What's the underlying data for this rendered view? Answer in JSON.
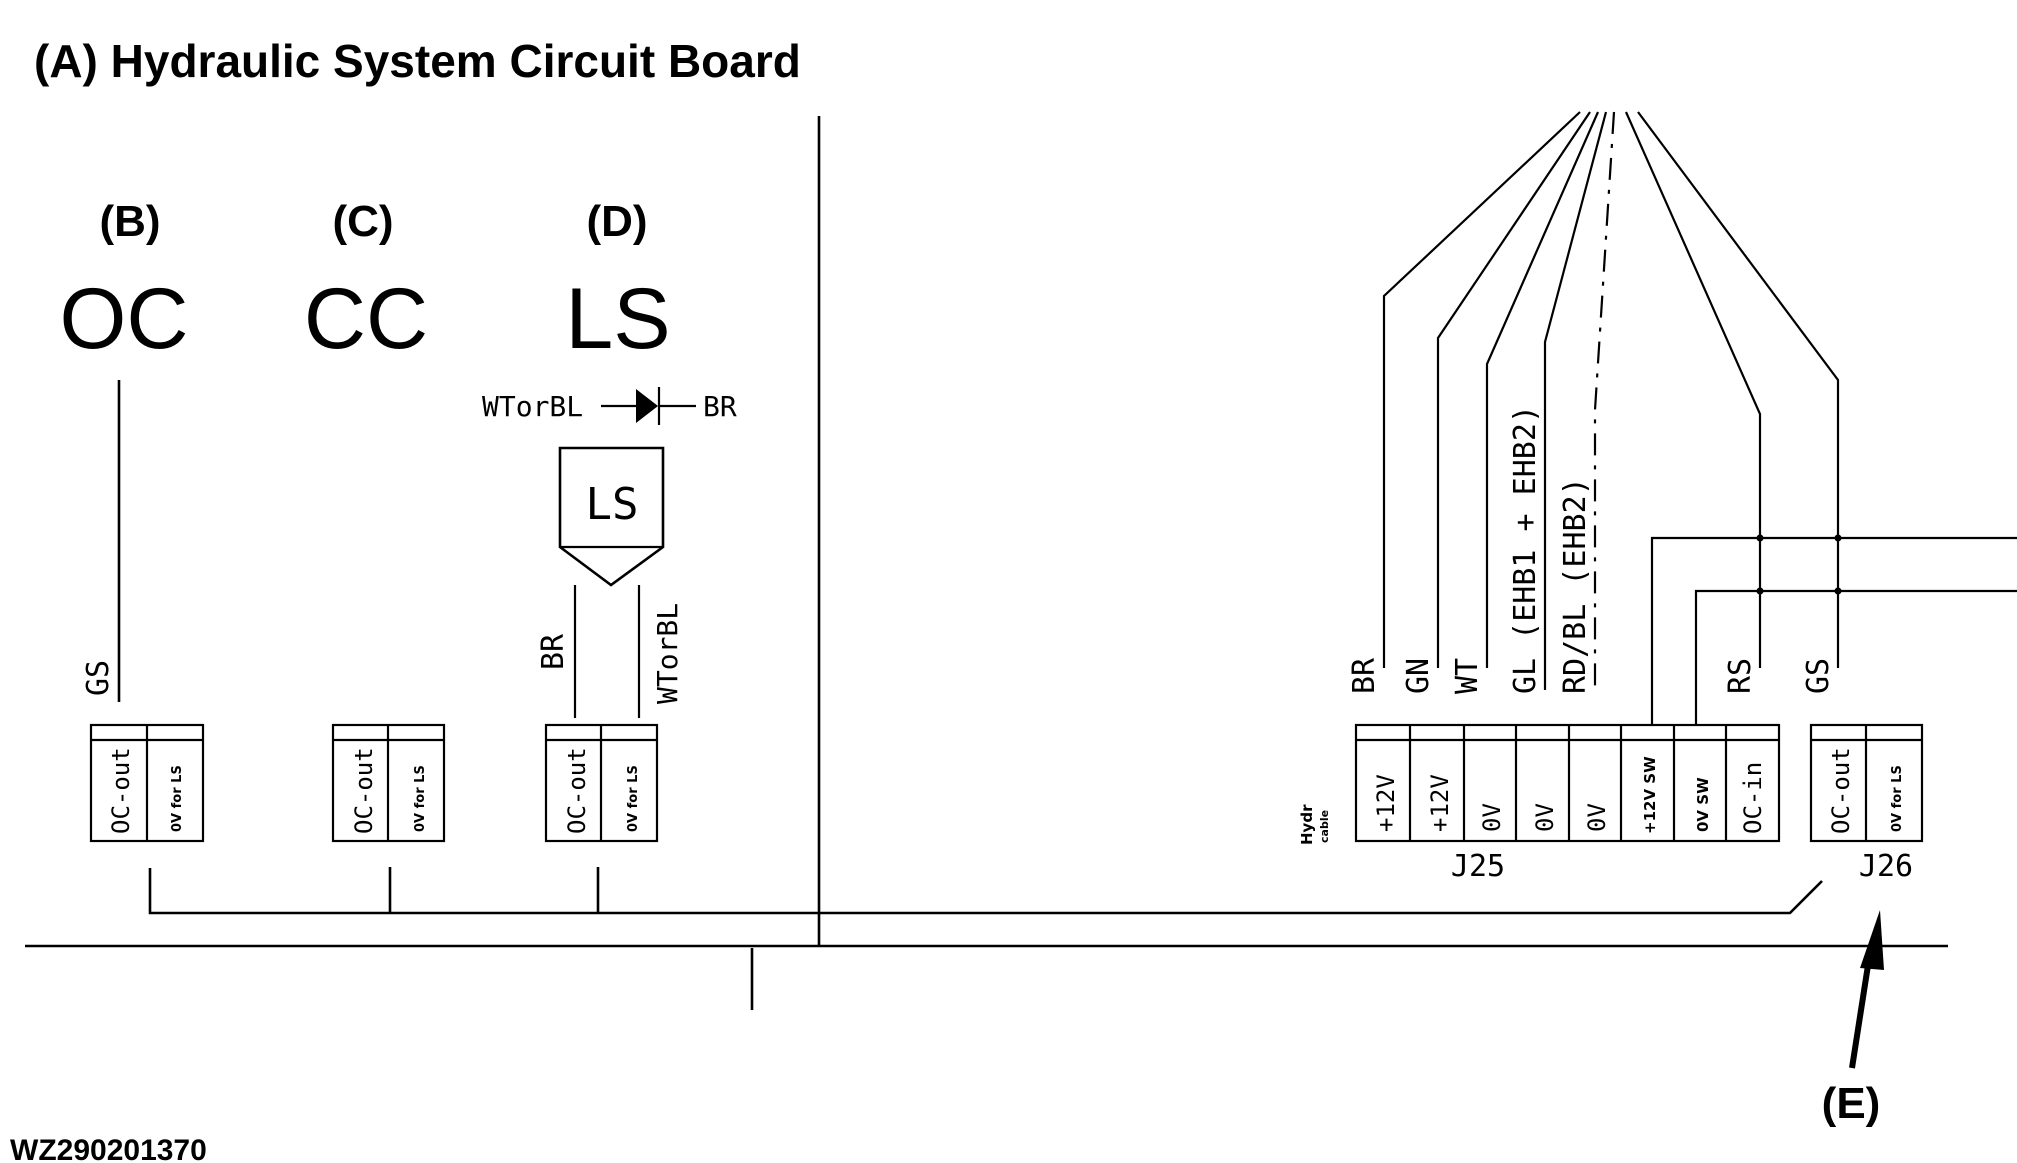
{
  "title": "(A) Hydraulic System Circuit Board",
  "figure_id": "WZ290201370",
  "sensors": [
    {
      "callout": "(B)",
      "code": "OC",
      "wire": "GS",
      "pins": [
        "OC-out",
        "0V for LS"
      ]
    },
    {
      "callout": "(C)",
      "code": "CC",
      "pins": [
        "OC-out",
        "0V for LS"
      ]
    },
    {
      "callout": "(D)",
      "code": "LS",
      "box_label": "LS",
      "diode": {
        "left": "WTorBL",
        "right": "BR"
      },
      "wires": [
        "BR",
        "WTorBL"
      ],
      "pins": [
        "OC-out",
        "0V for LS"
      ]
    }
  ],
  "j25": {
    "label": "J25",
    "cable_label": {
      "line1": "Hydr",
      "line2": "cable"
    },
    "wires": [
      "BR",
      "GN",
      "WT",
      "GL (EHB1 + EHB2)",
      "RD/BL (EHB2)",
      "RS"
    ],
    "pins": [
      "+12V",
      "+12V",
      "0V",
      "0V",
      "0V",
      "+12V SW",
      "0V SW",
      "OC-in"
    ]
  },
  "j26": {
    "label": "J26",
    "wire": "GS",
    "pins": [
      "OC-out",
      "0V for LS"
    ]
  },
  "callout_e": "(E)"
}
